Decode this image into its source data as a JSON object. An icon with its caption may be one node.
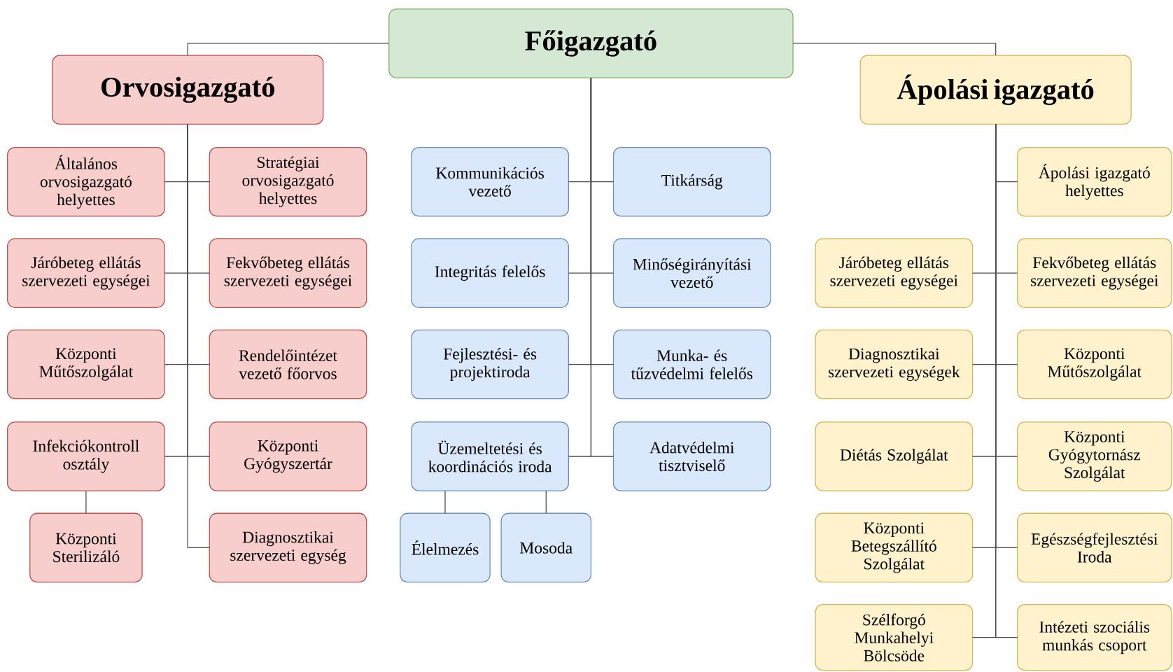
{
  "diagram": {
    "nodes": [
      {
        "text": [
          "Főigazgató"
        ]
      },
      {
        "text": [
          "Orvosigazgató"
        ]
      },
      {
        "text": [
          "Ápolási igazgató"
        ]
      },
      {
        "text": [
          "Általános orvosigazgató helyettes"
        ]
      },
      {
        "text": [
          "Stratégiai orvosigazgató helyettes"
        ]
      },
      {
        "text": [
          "Járóbeteg ellátás szervezeti egységei"
        ]
      },
      {
        "text": [
          "Fekvőbeteg ellátás szervezeti egységei"
        ]
      },
      {
        "text": [
          "Központi Műtőszolgálat"
        ]
      },
      {
        "text": [
          "Rendelőintézet vezető főorvos"
        ]
      },
      {
        "text": [
          "Infekciókontroll osztály"
        ]
      },
      {
        "text": [
          "Központi Gyógyszertár"
        ]
      },
      {
        "text": [
          "Központi Sterilizáló"
        ]
      },
      {
        "text": [
          "Diagnosztikai szervezeti egység"
        ]
      },
      {
        "text": [
          "Kommunikációs vezető"
        ]
      },
      {
        "text": [
          "Titkárság"
        ]
      },
      {
        "text": [
          "Integritás felelős"
        ]
      },
      {
        "text": [
          "Minőségirányítási vezető"
        ]
      },
      {
        "text": [
          "Fejlesztési- és projektiroda"
        ]
      },
      {
        "text": [
          "Munka- és tűzvédelmi felelős"
        ]
      },
      {
        "text": [
          "Üzemeltetési és koordinációs iroda"
        ]
      },
      {
        "text": [
          "Adatvédelmi tisztviselő"
        ]
      },
      {
        "text": [
          "Élelmezés"
        ]
      },
      {
        "text": [
          "Mosoda"
        ]
      },
      {
        "text": [
          "Ápolási igazgató helyettes"
        ]
      },
      {
        "text": [
          "Járóbeteg ellátás szervezeti egységei"
        ]
      },
      {
        "text": [
          "Fekvőbeteg ellátás szervezeti egységei"
        ]
      },
      {
        "text": [
          "Diagnosztikai szervezeti egységek"
        ]
      },
      {
        "text": [
          "Központi Műtőszolgálat"
        ]
      },
      {
        "text": [
          "Diétás Szolgálat"
        ]
      },
      {
        "text": [
          "Központi Gyógytornász Szolgálat"
        ]
      },
      {
        "text": [
          "Központi Betegszállító Szolgálat"
        ]
      },
      {
        "text": [
          "Egészségfejlesztési Iroda"
        ]
      },
      {
        "text": [
          "Szélforgó Munkahelyi Bölcsöde"
        ]
      },
      {
        "text": [
          "Intézeti szociális munkás csoport"
        ]
      }
    ],
    "edges": [
      {
        "from": 0,
        "to": 1,
        "arrow": "none"
      },
      {
        "from": 0,
        "to": 2,
        "arrow": "none"
      },
      {
        "from": 1,
        "to": 3,
        "arrow": "none"
      },
      {
        "from": 1,
        "to": 4,
        "arrow": "none"
      },
      {
        "from": 1,
        "to": 5,
        "arrow": "none"
      },
      {
        "from": 1,
        "to": 6,
        "arrow": "none"
      },
      {
        "from": 1,
        "to": 7,
        "arrow": "none"
      },
      {
        "from": 1,
        "to": 8,
        "arrow": "none"
      },
      {
        "from": 1,
        "to": 9,
        "arrow": "none"
      },
      {
        "from": 1,
        "to": 10,
        "arrow": "none"
      },
      {
        "from": 1,
        "to": 12,
        "arrow": "none"
      },
      {
        "from": 9,
        "to": 11,
        "arrow": "none"
      },
      {
        "from": 0,
        "to": 13,
        "arrow": "none"
      },
      {
        "from": 0,
        "to": 14,
        "arrow": "none"
      },
      {
        "from": 0,
        "to": 15,
        "arrow": "none"
      },
      {
        "from": 0,
        "to": 16,
        "arrow": "none"
      },
      {
        "from": 0,
        "to": 17,
        "arrow": "none"
      },
      {
        "from": 0,
        "to": 18,
        "arrow": "none"
      },
      {
        "from": 0,
        "to": 19,
        "arrow": "none"
      },
      {
        "from": 0,
        "to": 20,
        "arrow": "none"
      },
      {
        "from": 19,
        "to": 21,
        "arrow": "none"
      },
      {
        "from": 19,
        "to": 22,
        "arrow": "none"
      },
      {
        "from": 2,
        "to": 23,
        "arrow": "none"
      },
      {
        "from": 2,
        "to": 24,
        "arrow": "none"
      },
      {
        "from": 2,
        "to": 25,
        "arrow": "none"
      },
      {
        "from": 2,
        "to": 26,
        "arrow": "none"
      },
      {
        "from": 2,
        "to": 27,
        "arrow": "none"
      },
      {
        "from": 2,
        "to": 28,
        "arrow": "none"
      },
      {
        "from": 2,
        "to": 29,
        "arrow": "none"
      },
      {
        "from": 2,
        "to": 30,
        "arrow": "none"
      },
      {
        "from": 2,
        "to": 31,
        "arrow": "none"
      },
      {
        "from": 2,
        "to": 32,
        "arrow": "none"
      },
      {
        "from": 2,
        "to": 33,
        "arrow": "none"
      }
    ]
  }
}
